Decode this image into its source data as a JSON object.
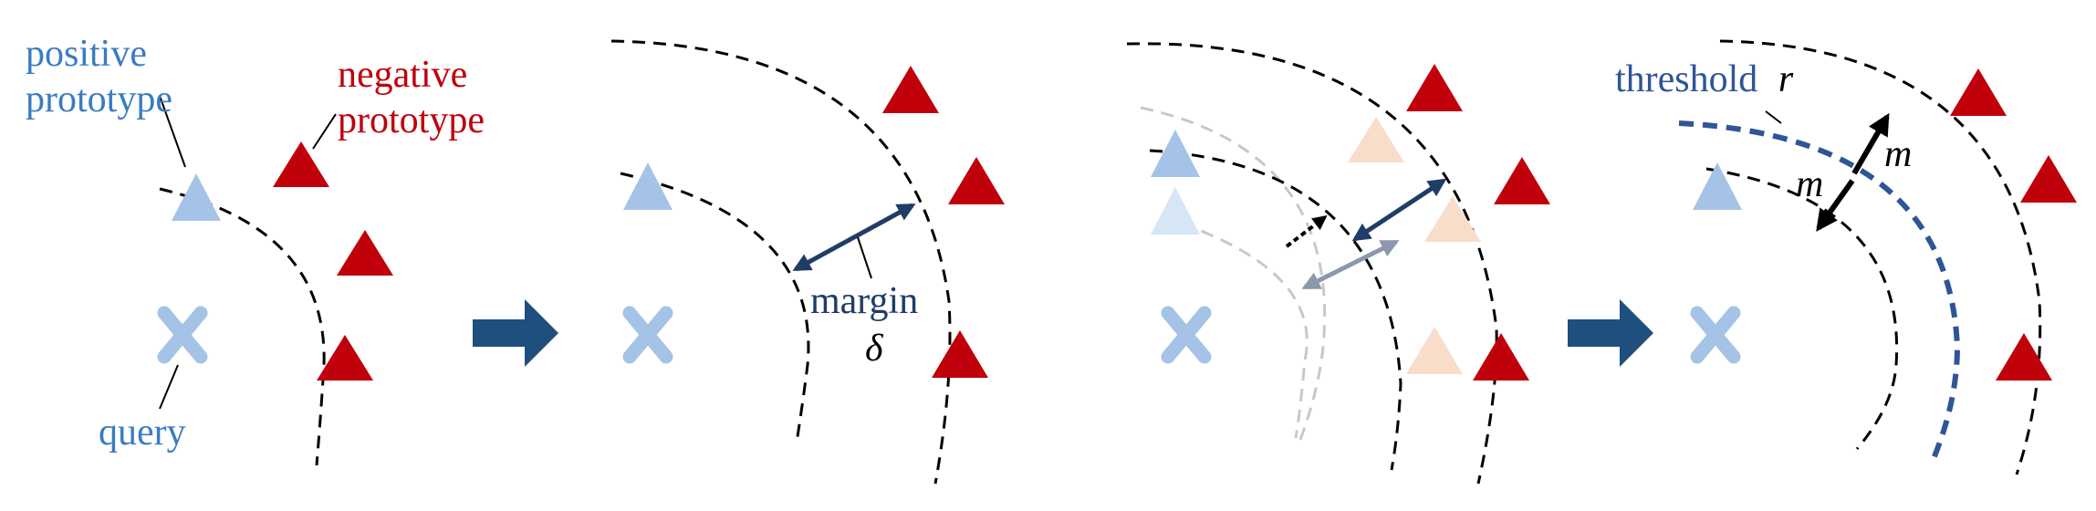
{
  "labels": {
    "positive_line1": "positive",
    "positive_line2": "prototype",
    "negative_line1": "negative",
    "negative_line2": "prototype",
    "query": "query",
    "margin": "margin",
    "delta": "δ",
    "threshold": "threshold",
    "r": "r",
    "m_upper": "m",
    "m_lower": "m"
  },
  "colors": {
    "positive": "#a4c3e6",
    "negative": "#c0000b",
    "faded_negative": "#f8ddcb",
    "faded_positive": "#d7e6f4",
    "positive_text": "#3a7cc2",
    "negative_text": "#c0000b",
    "navy": "#1f3d66",
    "flow_arrow": "#1f4f7c",
    "threshold_blue": "#2f5597",
    "grey_arc": "#c8c8c8"
  }
}
